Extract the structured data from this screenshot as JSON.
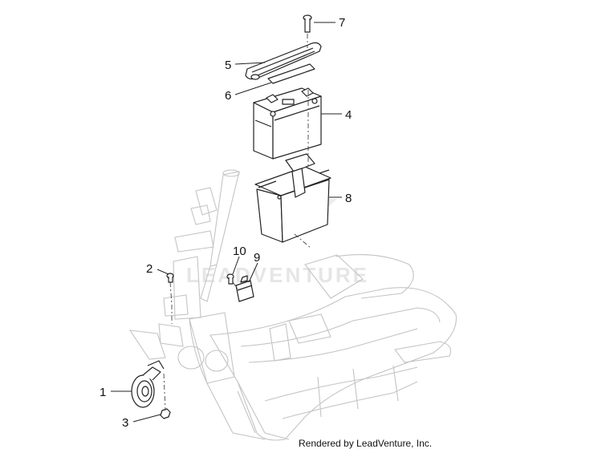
{
  "diagram": {
    "callouts": {
      "c1": "1",
      "c2": "2",
      "c3": "3",
      "c4": "4",
      "c5": "5",
      "c6": "6",
      "c7": "7",
      "c8": "8",
      "c9": "9",
      "c10": "10"
    },
    "watermark": "LEADVENTURE",
    "footer": "Rendered by LeadVenture, Inc."
  }
}
